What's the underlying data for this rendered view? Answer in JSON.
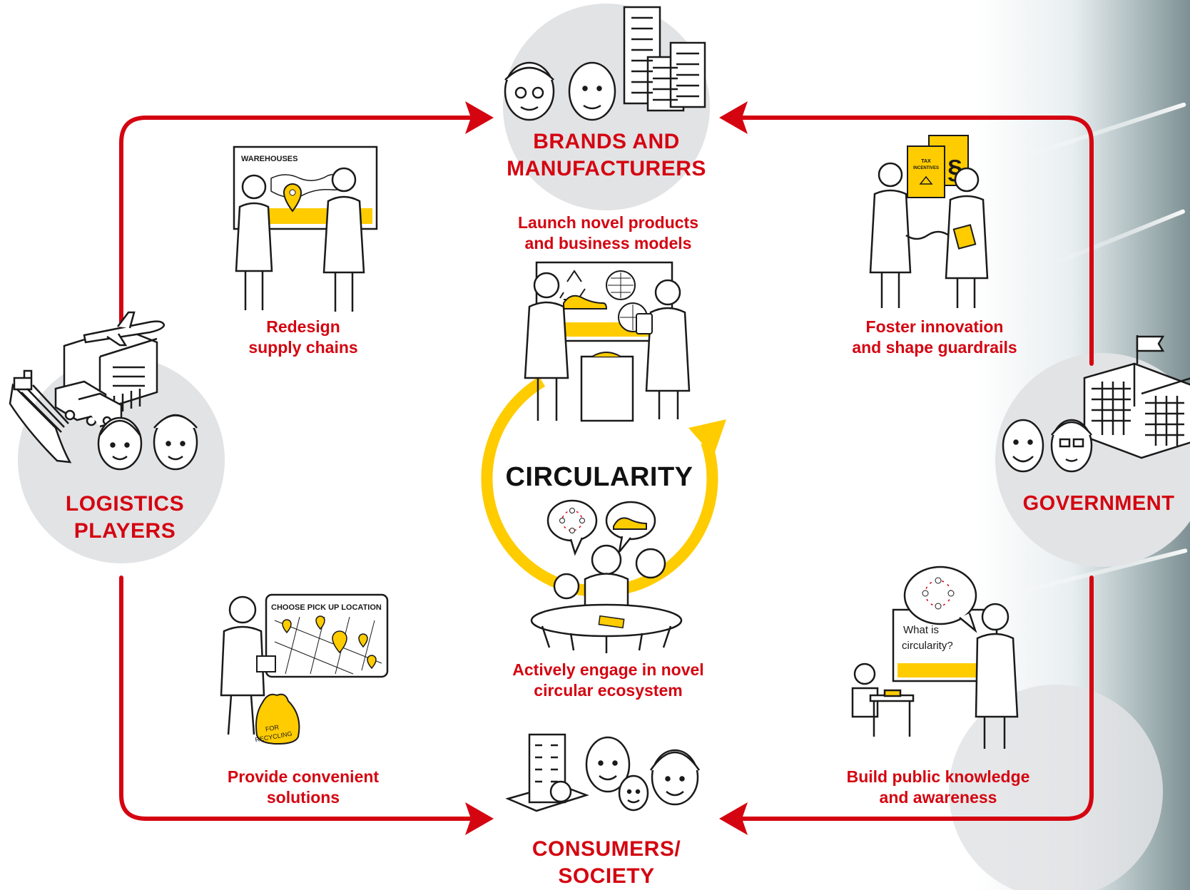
{
  "colors": {
    "accent_red": "#d40511",
    "accent_yellow": "#ffcc00",
    "circle_gray": "#e2e3e5",
    "ink": "#1a1a1a"
  },
  "center": {
    "title": "CIRCULARITY"
  },
  "stakeholders": {
    "brands": {
      "line1": "BRANDS AND",
      "line2": "MANUFACTURERS"
    },
    "logistics": {
      "line1": "LOGISTICS",
      "line2": "PLAYERS"
    },
    "government": {
      "line1": "GOVERNMENT"
    },
    "consumers": {
      "line1": "CONSUMERS/",
      "line2": "SOCIETY"
    }
  },
  "captions": {
    "brands": {
      "line1": "Launch novel products",
      "line2": "and business models"
    },
    "logistics": {
      "line1": "Redesign",
      "line2": "supply chains"
    },
    "government": {
      "line1": "Foster innovation",
      "line2": "and shape guardrails"
    },
    "logistics_solutions": {
      "line1": "Provide convenient",
      "line2": "solutions"
    },
    "consumers": {
      "line1": "Actively engage in novel",
      "line2": "circular ecosystem"
    },
    "public": {
      "line1": "Build public knowledge",
      "line2": "and awareness"
    }
  },
  "illustration_text": {
    "warehouses": "WAREHOUSES",
    "pickup": "CHOOSE PICK UP LOCATION",
    "recycling_line1": "FOR",
    "recycling_line2": "RECYCLING",
    "tax_line1": "TAX",
    "tax_line2": "INCENTIVES",
    "board_line1": "What is",
    "board_line2": "circularity?"
  },
  "icons": [
    "person-icon",
    "building-icon",
    "airplane-icon",
    "ship-icon",
    "truck-icon",
    "warehouse-icon",
    "map-pin-icon",
    "recycle-icon",
    "shoe-icon",
    "tablet-icon",
    "flag-icon",
    "document-icon",
    "speech-bubble-icon",
    "cycle-arrow-icon"
  ]
}
